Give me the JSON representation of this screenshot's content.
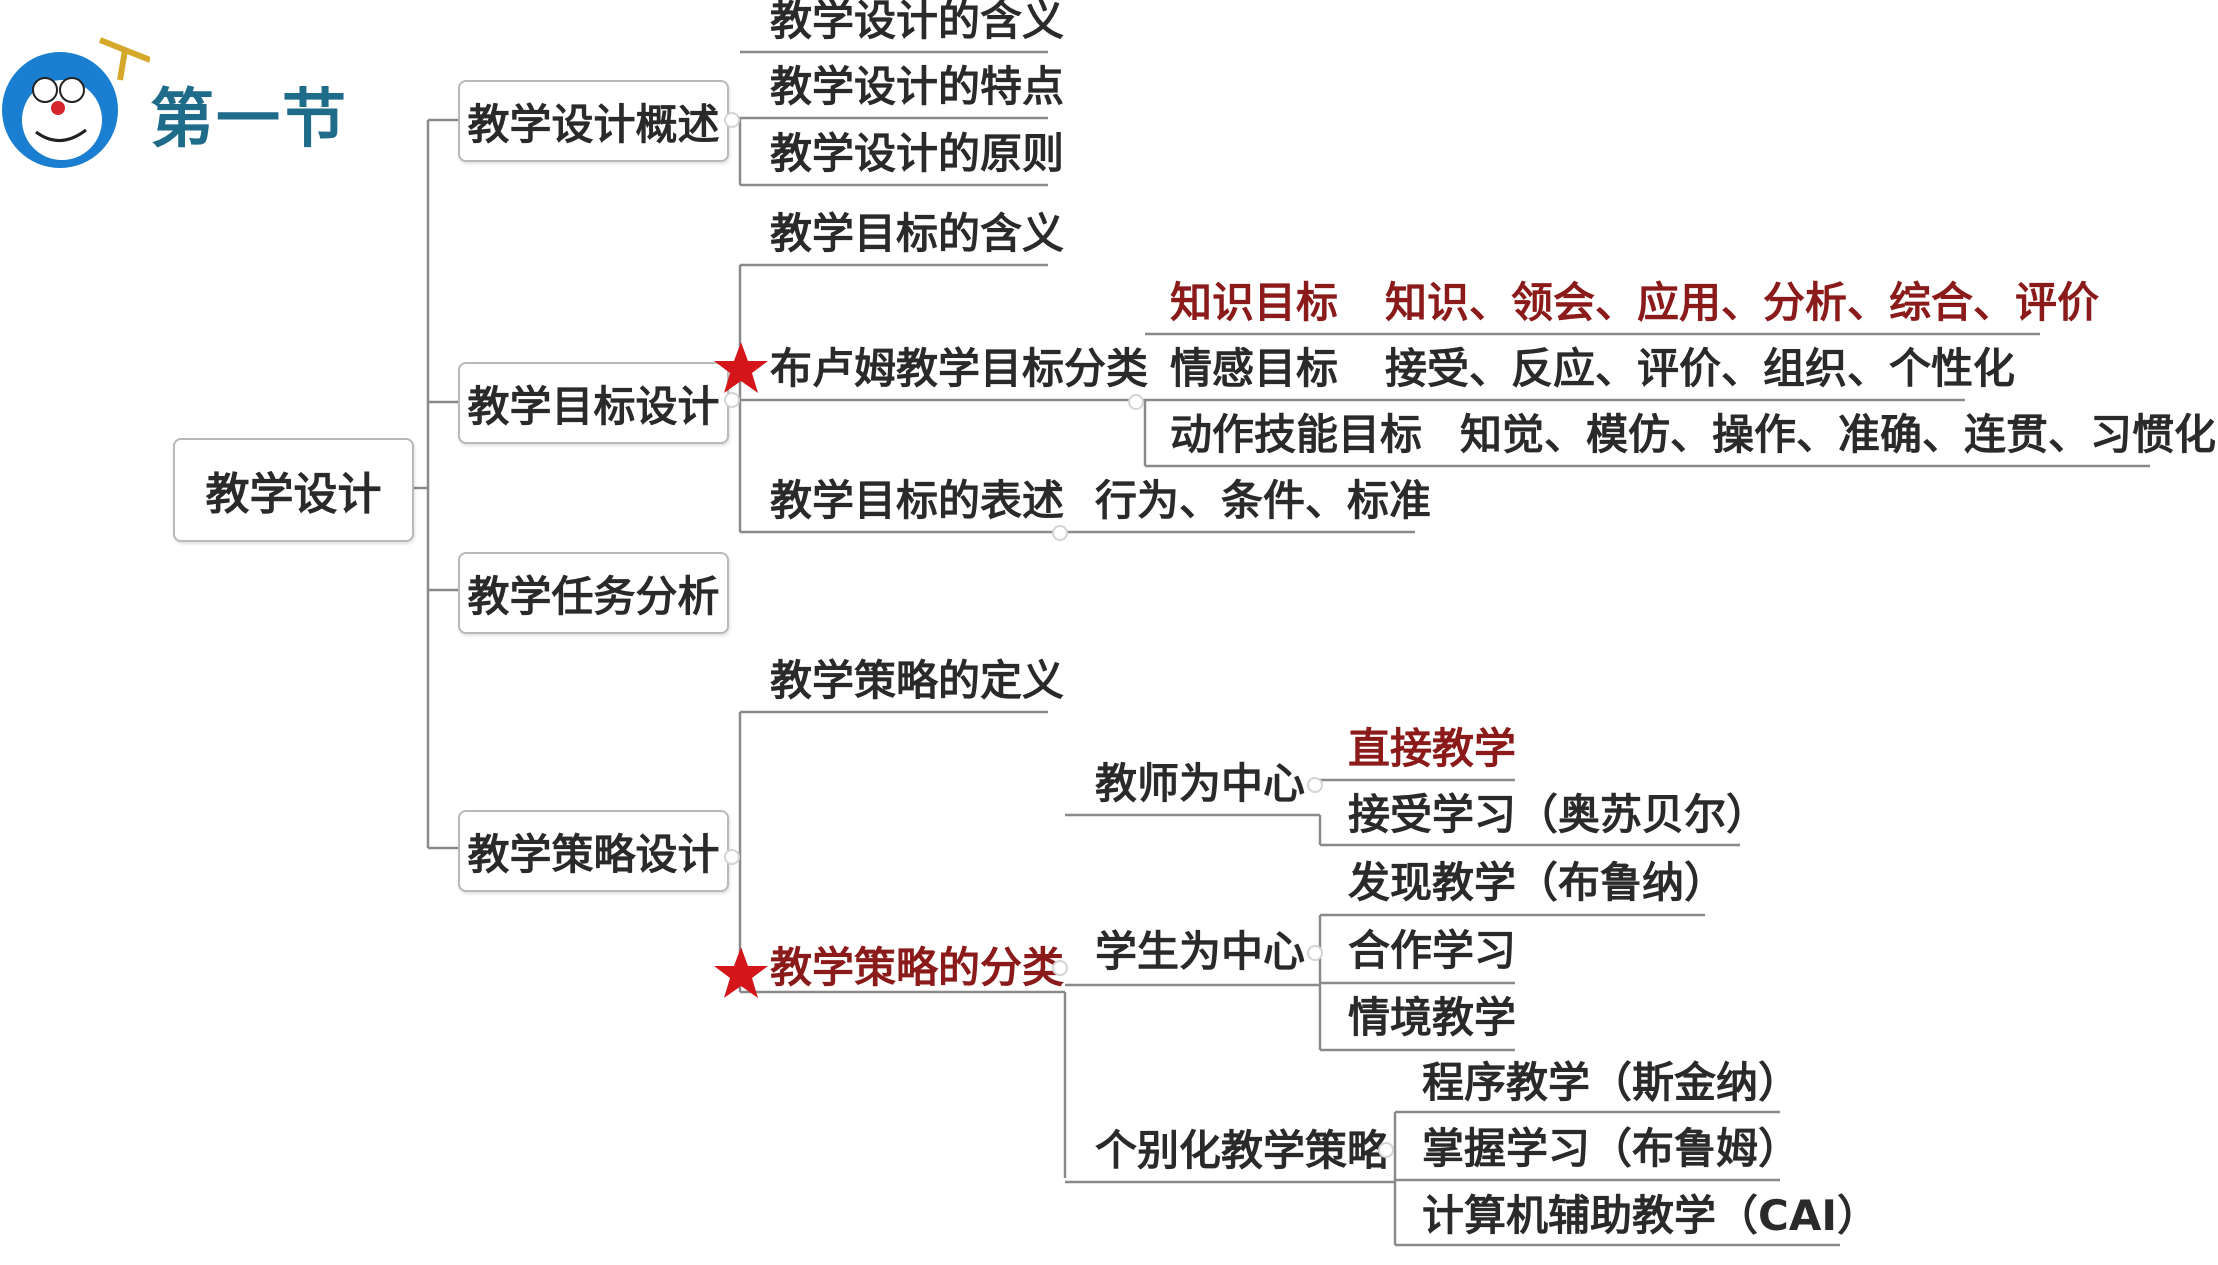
{
  "header": {
    "section_title": "第一节"
  },
  "mindmap": {
    "root": "教学设计",
    "l1": [
      "教学设计概述",
      "教学目标设计",
      "教学任务分析",
      "教学策略设计"
    ],
    "overview": [
      "教学设计的含义",
      "教学设计的特点",
      "教学设计的原则"
    ],
    "goal": {
      "meaning": "教学目标的含义",
      "bloom": "布卢姆教学目标分类",
      "bloom_items": [
        {
          "name": "知识目标",
          "detail": "知识、领会、应用、分析、综合、评价"
        },
        {
          "name": "情感目标",
          "detail": "接受、反应、评价、组织、个性化"
        },
        {
          "name": "动作技能目标",
          "detail": "知觉、模仿、操作、准确、连贯、习惯化"
        }
      ],
      "expression": "教学目标的表述",
      "expression_detail": "行为、条件、标准"
    },
    "strategy": {
      "definition": "教学策略的定义",
      "classification": "教学策略的分类",
      "teacher": "教师为中心",
      "teacher_items": [
        "直接教学",
        "接受学习（奥苏贝尔）"
      ],
      "student": "学生为中心",
      "student_items": [
        "发现教学（布鲁纳）",
        "合作学习",
        "情境教学"
      ],
      "individual": "个别化教学策略",
      "individual_items": [
        "程序教学（斯金纳）",
        "掌握学习（布鲁姆）",
        "计算机辅助教学（CAI）"
      ]
    }
  },
  "colors": {
    "accent_red": "#8b1a1a",
    "star": "#d4161b",
    "title": "#1f6b8a",
    "line": "#8a8a8a"
  }
}
